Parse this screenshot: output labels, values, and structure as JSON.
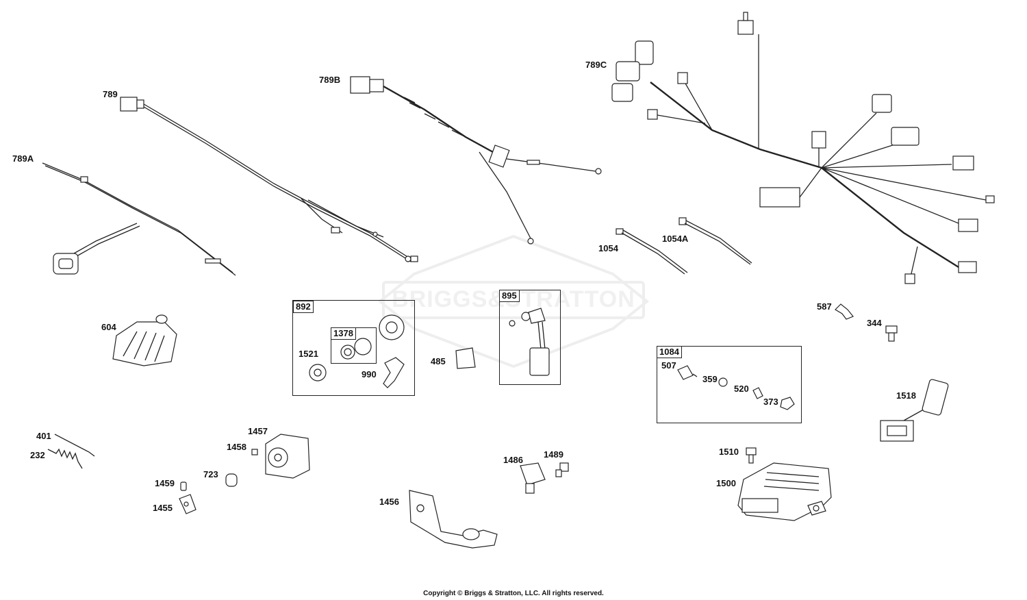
{
  "watermark": "BRIGGS&STRATTON",
  "copyright": "Copyright © Briggs & Stratton, LLC. All rights reserved.",
  "groups": {
    "g892": "892",
    "g1378": "1378",
    "g895": "895",
    "g1084": "1084"
  },
  "labels": {
    "p789": "789",
    "p789A": "789A",
    "p789B": "789B",
    "p789C": "789C",
    "p1054": "1054",
    "p1054A": "1054A",
    "p604": "604",
    "p1521": "1521",
    "p990": "990",
    "p485": "485",
    "p587": "587",
    "p344": "344",
    "p507": "507",
    "p359": "359",
    "p520": "520",
    "p373": "373",
    "p1518": "1518",
    "p401": "401",
    "p232": "232",
    "p1457": "1457",
    "p1458": "1458",
    "p723": "723",
    "p1459": "1459",
    "p1455": "1455",
    "p1456": "1456",
    "p1486": "1486",
    "p1489": "1489",
    "p1510": "1510",
    "p1500": "1500"
  }
}
